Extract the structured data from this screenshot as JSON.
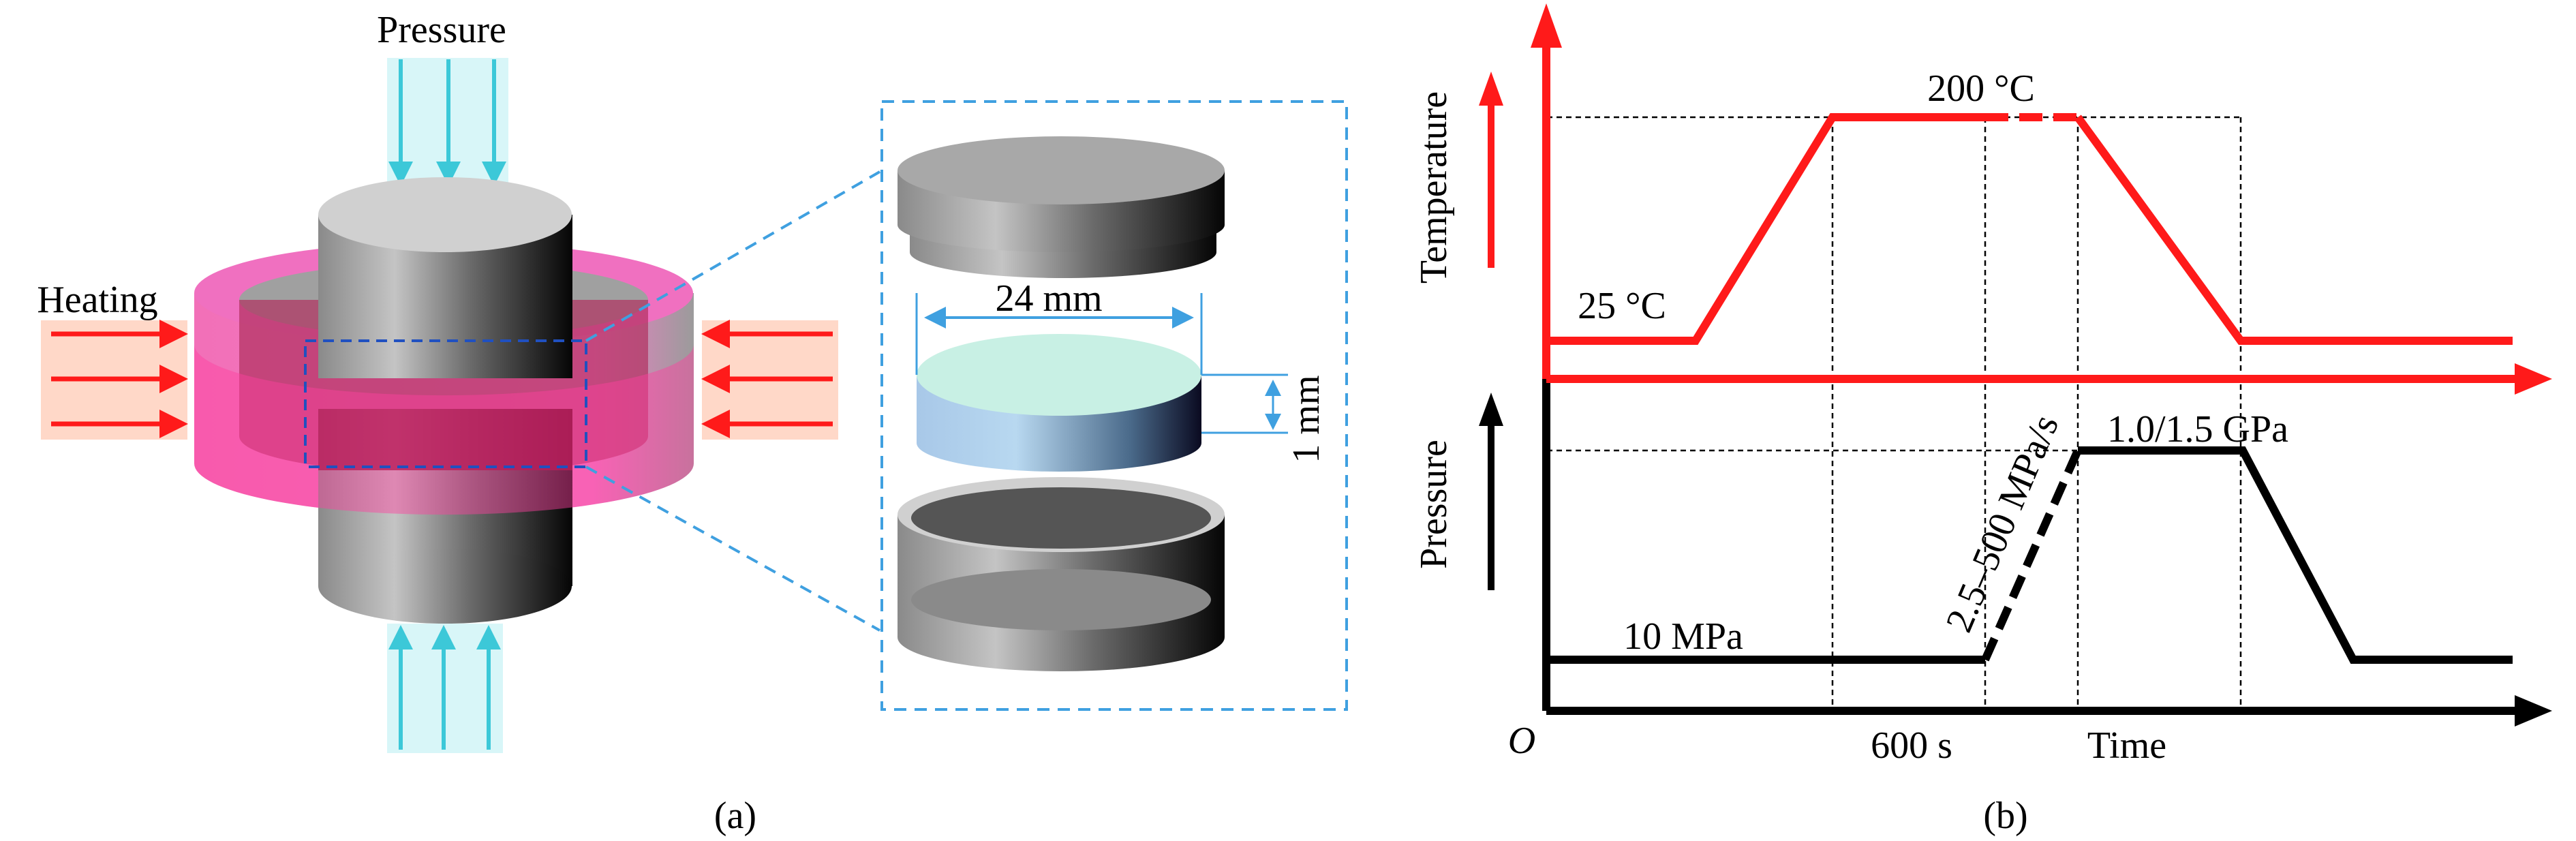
{
  "panel_a": {
    "caption": "(a)",
    "pressure_label": "Pressure",
    "heating_label": "Heating",
    "diameter_label": "24 mm",
    "thickness_label": "1 mm"
  },
  "panel_b": {
    "caption": "(b)",
    "temperature_axis_label": "Temperature",
    "pressure_axis_label": "Pressure",
    "origin_label": "O",
    "time_label": "Time",
    "hold_time_label": "600 s",
    "temp_high_label": "200 °C",
    "temp_low_label": "25 °C",
    "pressure_low_label": "10 MPa",
    "pressure_high_label": "1.0/1.5 GPa",
    "pressure_rate_label": "2.5–500 MPa/s"
  },
  "colors": {
    "temperature": "#ff1a1a",
    "pressure": "#000000",
    "guide": "#3fa0e0",
    "heater": "#ff3fa0",
    "pressure_arrow": "#3cc8d8"
  }
}
